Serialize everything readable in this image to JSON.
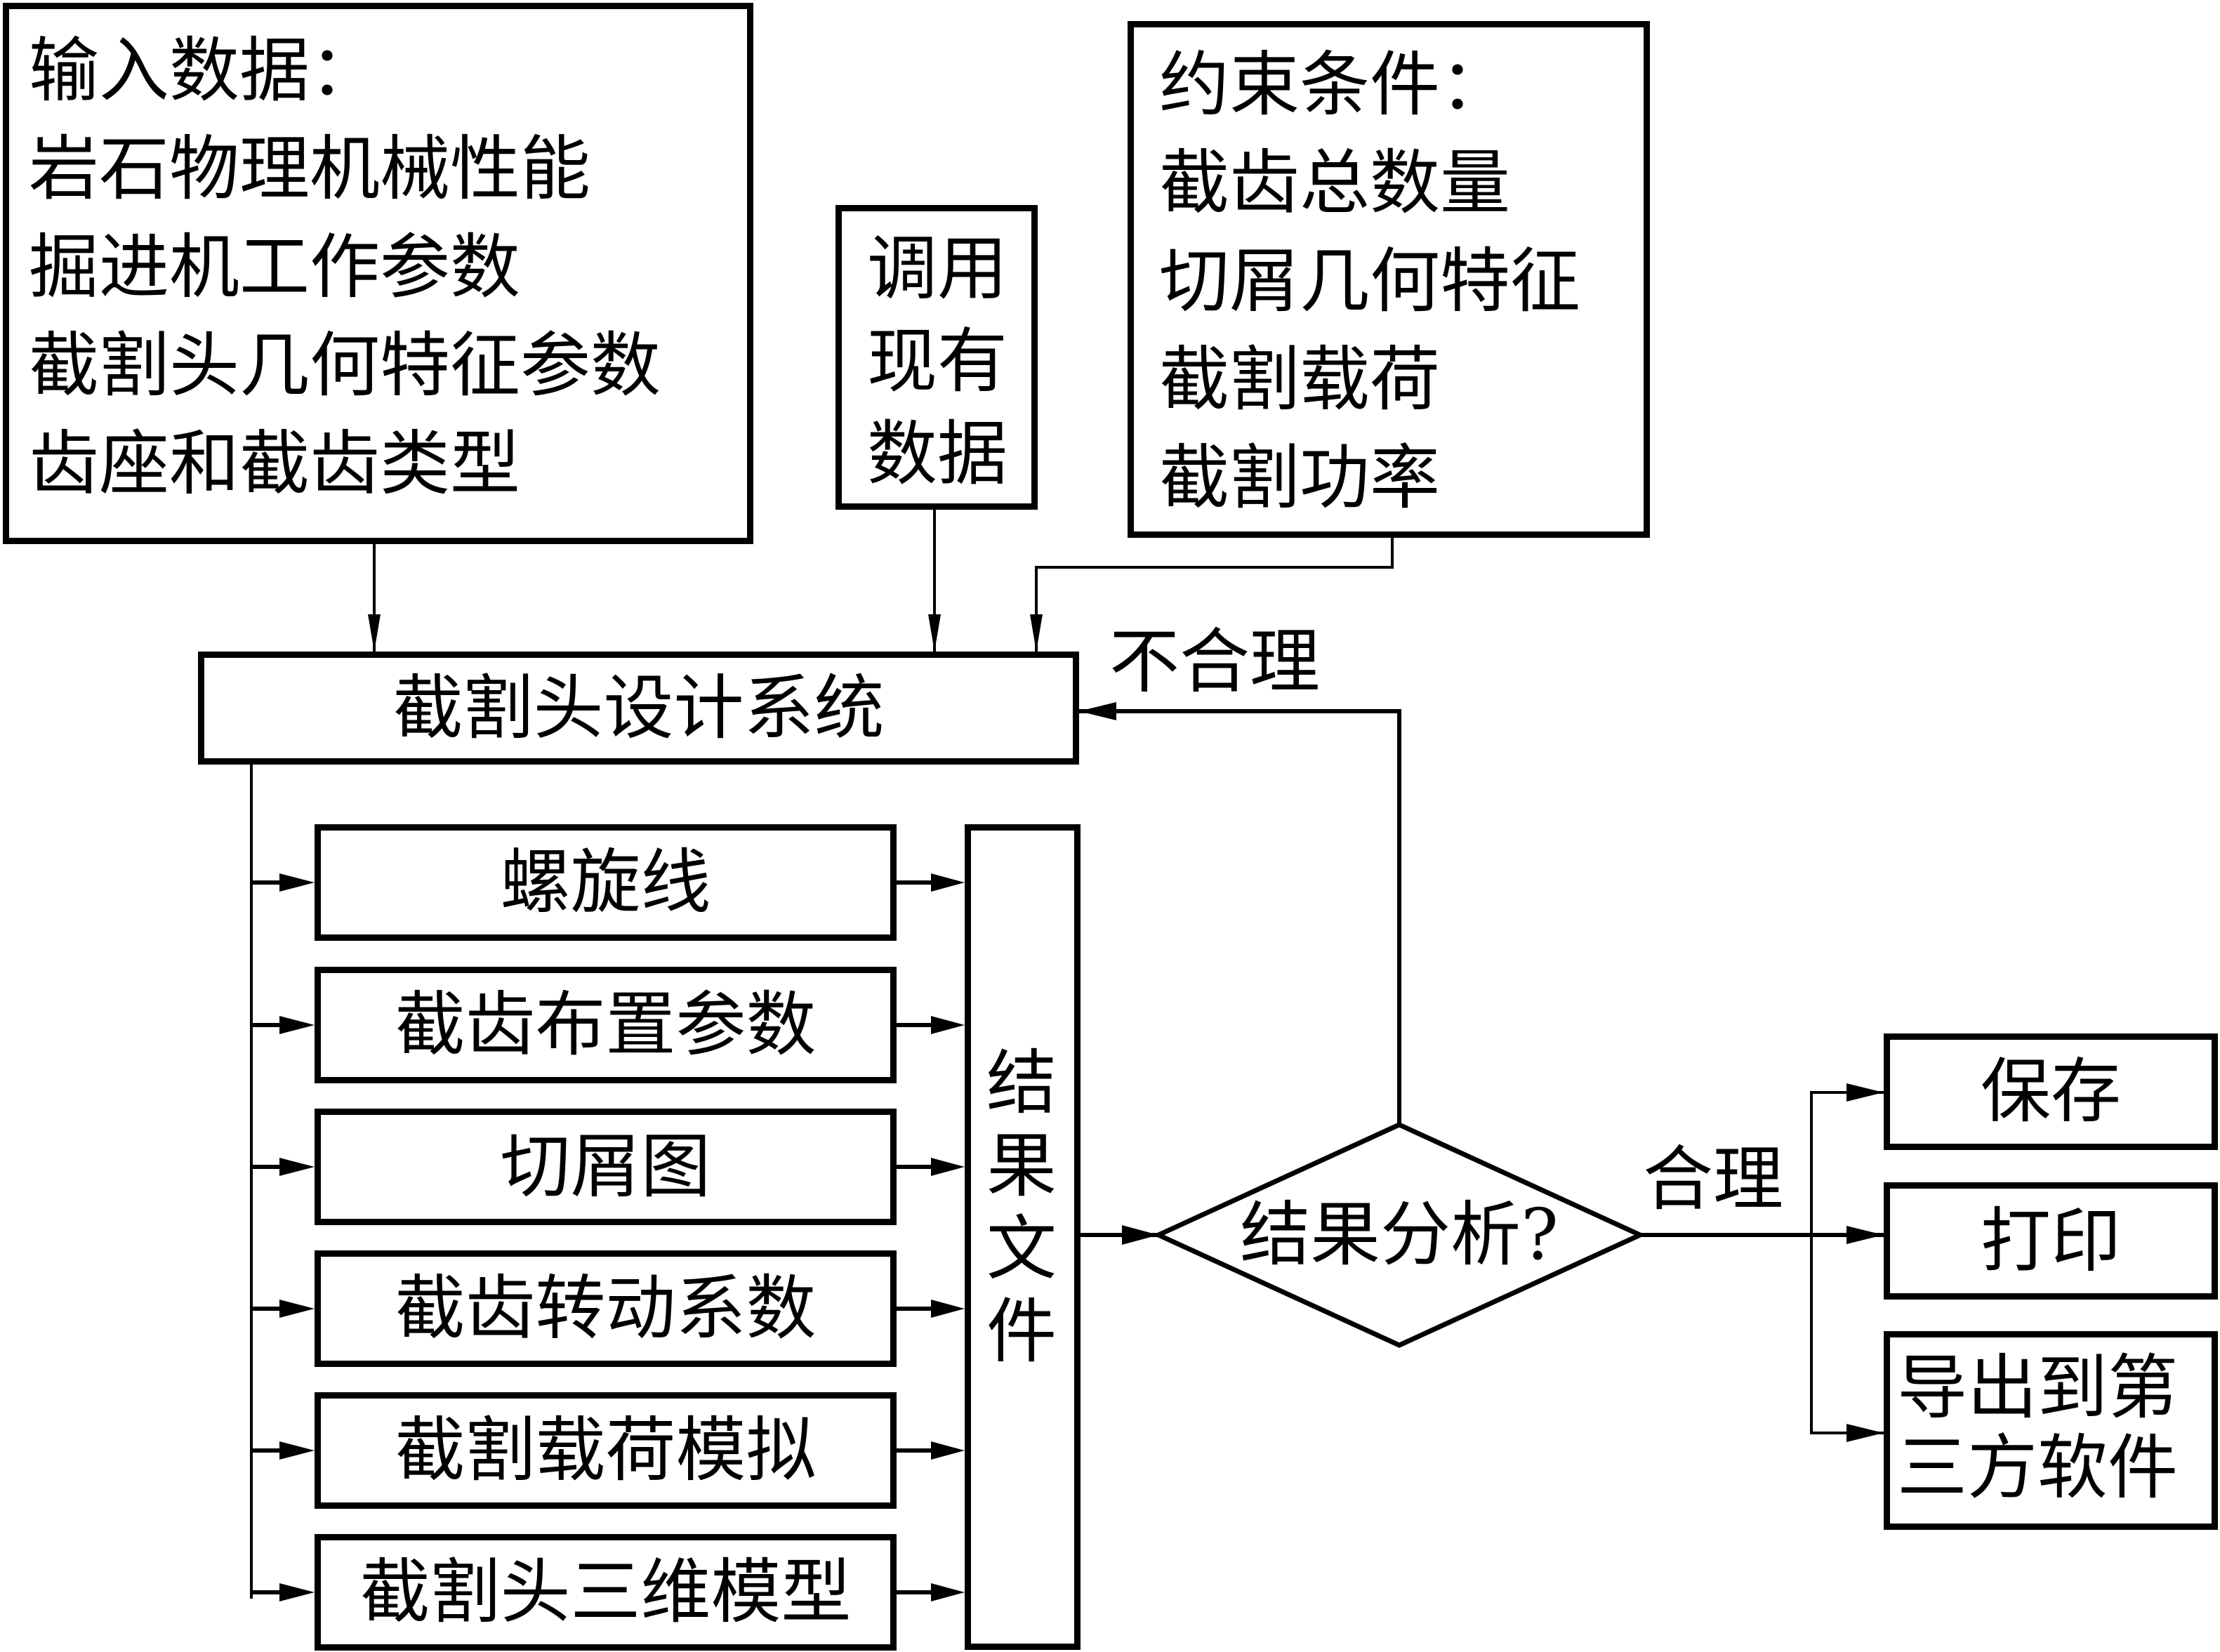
{
  "input_box": {
    "title": "输入数据：",
    "items": [
      "岩石物理机械性能",
      "掘进机工作参数",
      "截割头几何特征参数",
      "齿座和截齿类型"
    ]
  },
  "existing_data_box": {
    "lines": [
      "调用",
      "现有",
      "数据"
    ]
  },
  "constraint_box": {
    "title": "约束条件：",
    "items": [
      "截齿总数量",
      "切屑几何特征",
      "截割载荷",
      "截割功率"
    ]
  },
  "design_system": {
    "label": "截割头设计系统"
  },
  "modules": [
    {
      "label": "螺旋线"
    },
    {
      "label": "截齿布置参数"
    },
    {
      "label": "切屑图"
    },
    {
      "label": "截齿转动系数"
    },
    {
      "label": "截割载荷模拟"
    },
    {
      "label": "截割头三维模型"
    }
  ],
  "result_file": {
    "chars": [
      "结",
      "果",
      "文",
      "件"
    ]
  },
  "decision": {
    "label": "结果分析?"
  },
  "edge_labels": {
    "unreasonable": "不合理",
    "reasonable": "合理"
  },
  "outputs": [
    {
      "lines": [
        "保存"
      ]
    },
    {
      "lines": [
        "打印"
      ]
    },
    {
      "lines": [
        "导出到第",
        "三方软件"
      ]
    }
  ]
}
